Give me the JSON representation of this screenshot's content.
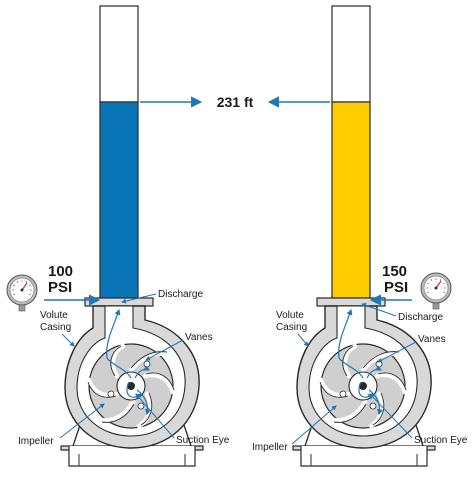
{
  "head": {
    "value": "231 ft"
  },
  "left": {
    "pressure_value": "100",
    "pressure_unit": "PSI",
    "fluid_color": "#0a76b8",
    "labels": {
      "discharge": "Discharge",
      "volute_1": "Volute",
      "volute_2": "Casing",
      "vanes": "Vanes",
      "impeller": "Impeller",
      "suction_eye": "Suction Eye"
    }
  },
  "right": {
    "pressure_value": "150",
    "pressure_unit": "PSI",
    "fluid_color": "#ffcc00",
    "labels": {
      "discharge": "Discharge",
      "volute_1": "Volute",
      "volute_2": "Casing",
      "vanes": "Vanes",
      "impeller": "Impeller",
      "suction_eye": "Suction Eye"
    }
  },
  "colors": {
    "arrow": "#1e78b4",
    "casing": "#d9d9d9",
    "outline": "#2a2a2a"
  },
  "icons": [
    "pressure-gauge-icon",
    "arrow-icon"
  ]
}
